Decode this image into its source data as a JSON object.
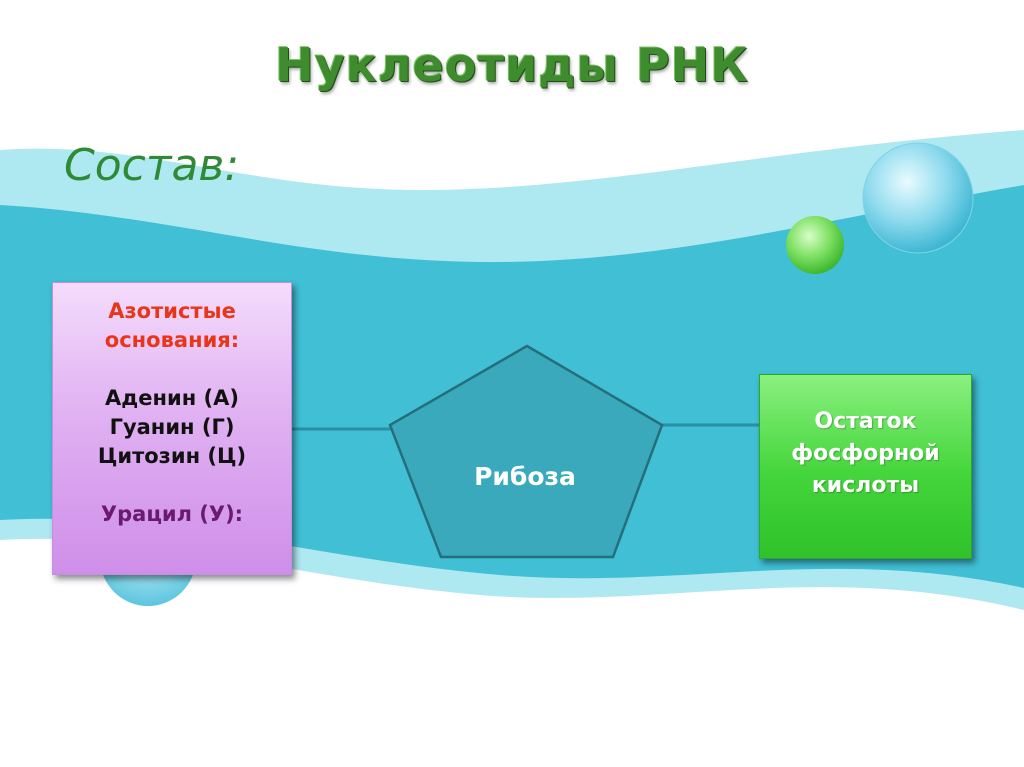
{
  "slide": {
    "title": "Нуклеотиды РНК",
    "subtitle": "Состав:"
  },
  "diagram": {
    "bases": {
      "heading_line1": "Азотистые",
      "heading_line2": "основания:",
      "items": [
        "Аденин (А)",
        "Гуанин (Г)",
        "Цитозин (Ц)"
      ],
      "extra": "Урацил (У):"
    },
    "ribose": {
      "label": "Рибоза"
    },
    "phosphate": {
      "line1": "Остаток",
      "line2": "фосфорной",
      "line3": "кислоты"
    }
  },
  "colors": {
    "title": "#3f8c2e",
    "subtitle": "#2e8a35",
    "wave": "#40bfd5",
    "pentagon": "#3aa9bb",
    "bases_heading": "#e8361b",
    "uracil": "#6a1a6f",
    "phosphate_box": "#3fd23a"
  }
}
